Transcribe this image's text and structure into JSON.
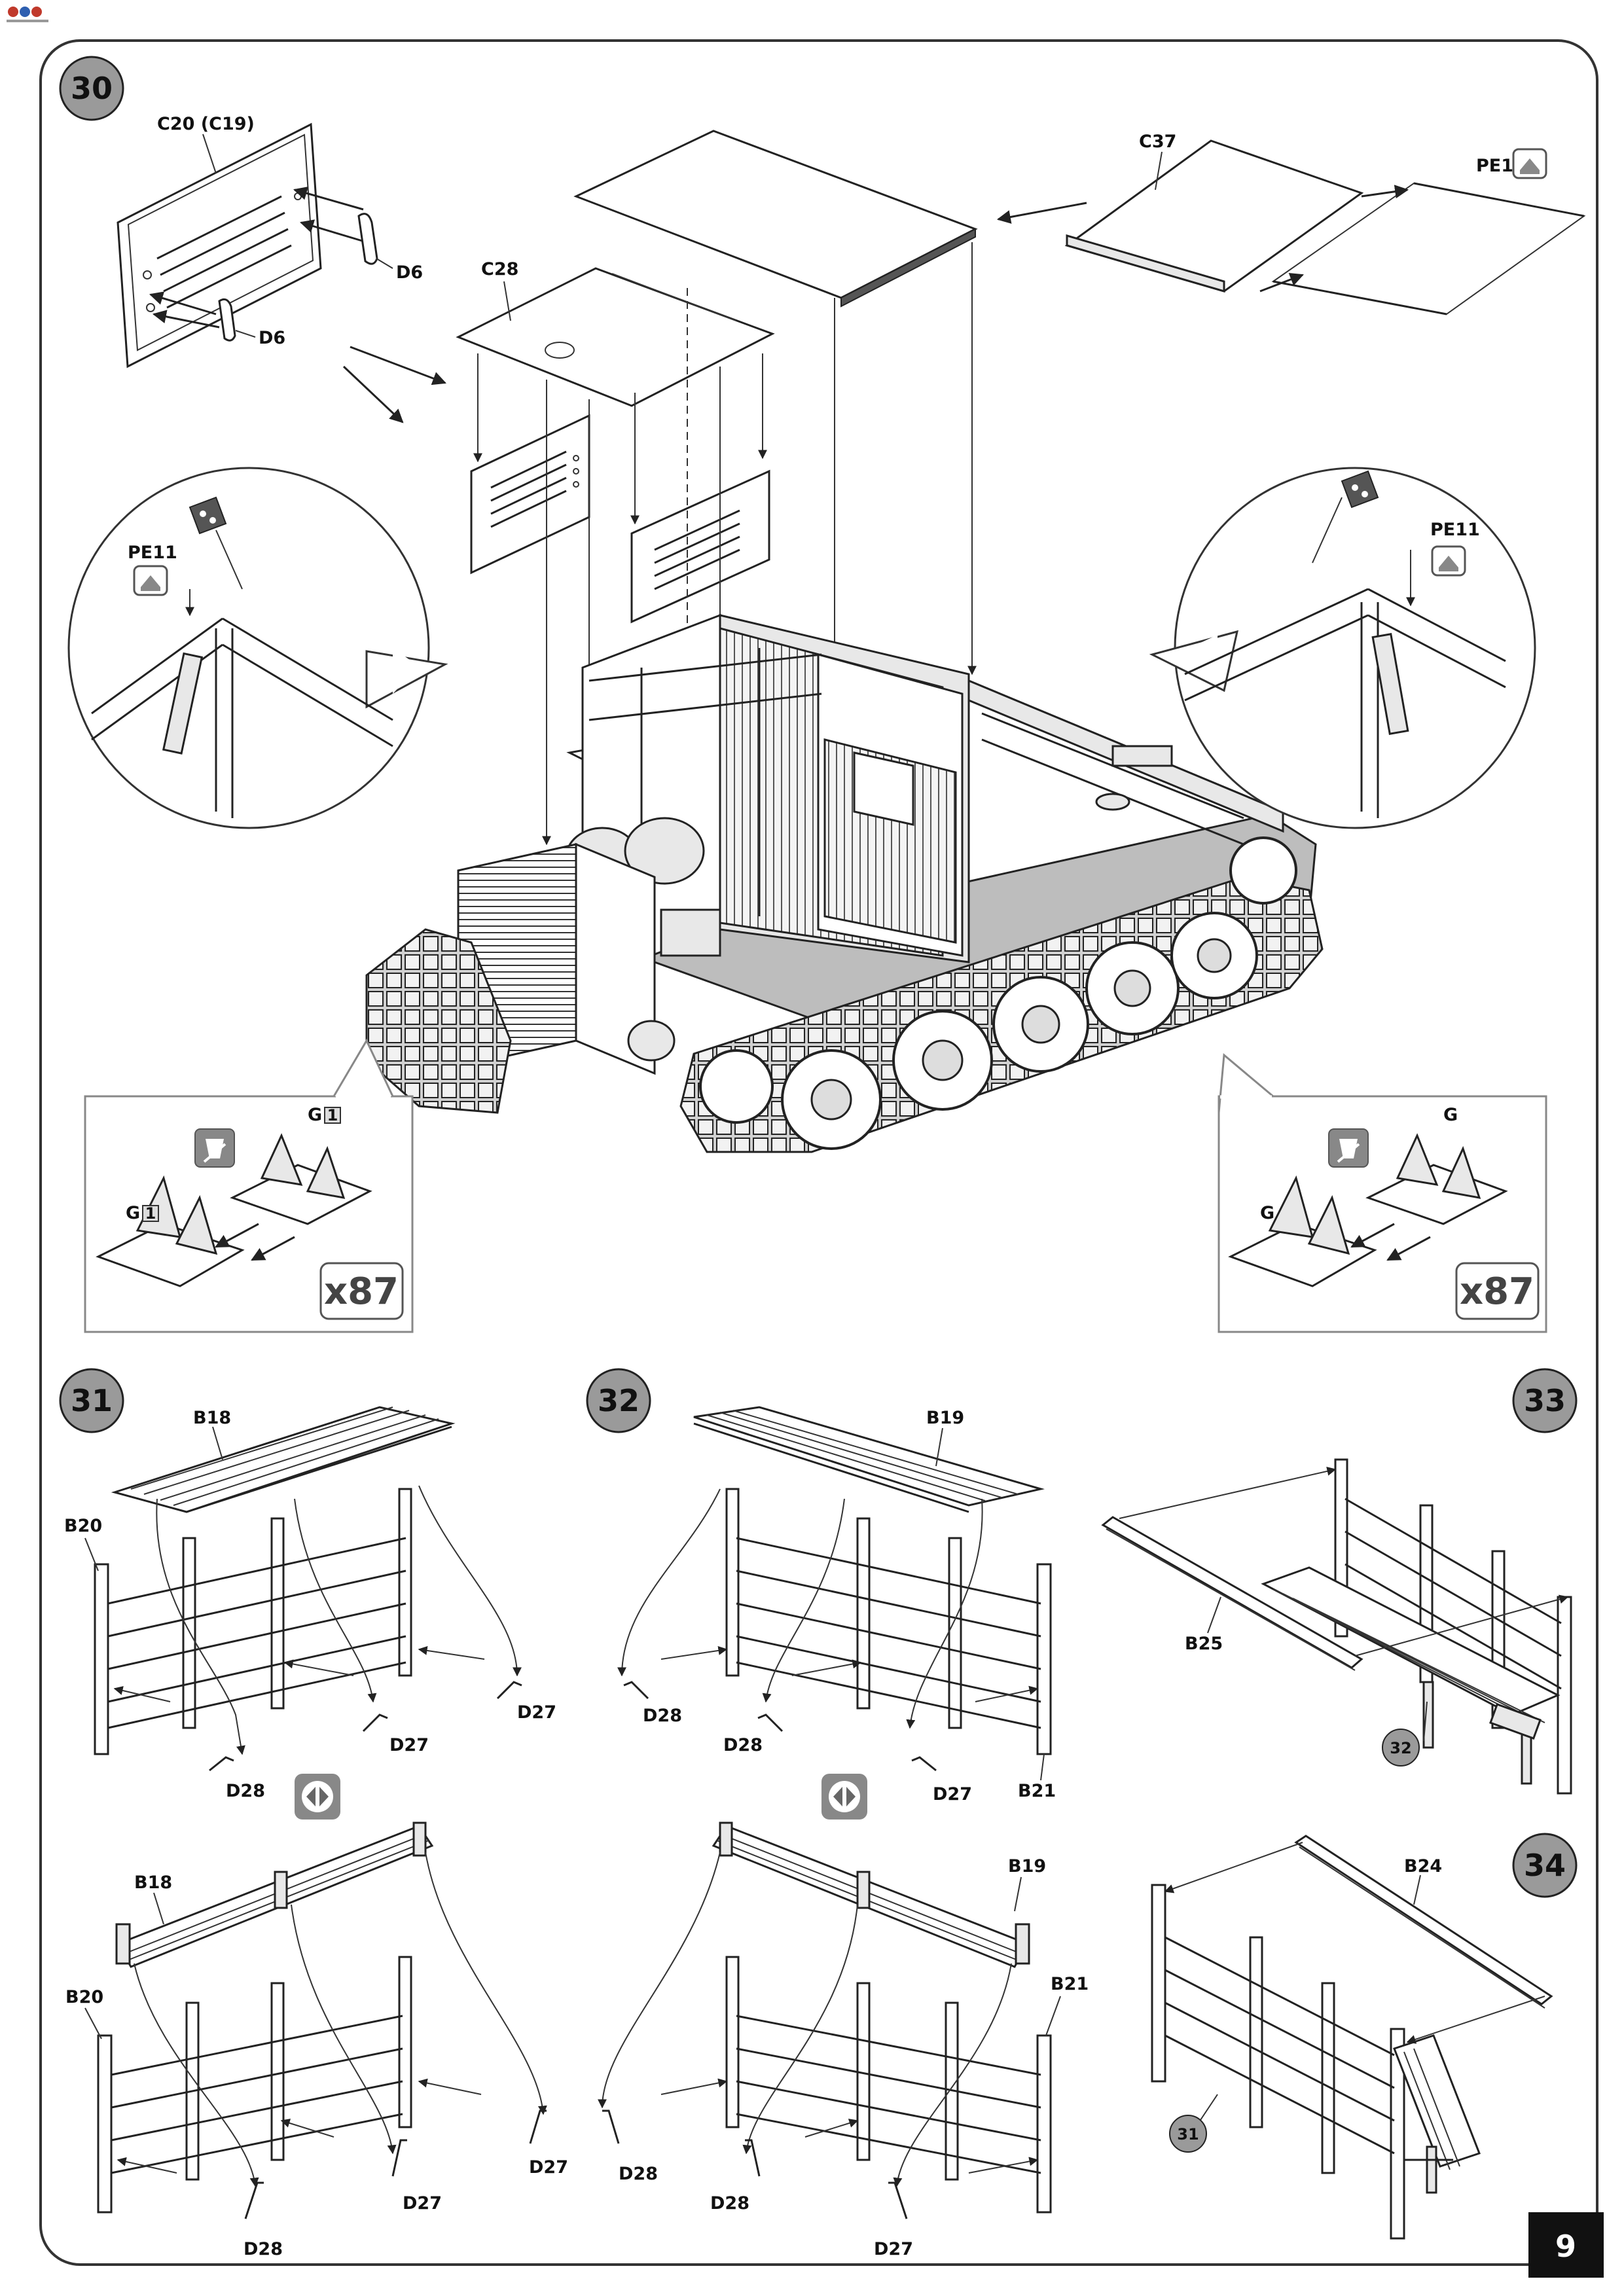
{
  "page_number": "9",
  "steps": {
    "s30": "30",
    "s31": "31",
    "s32": "32",
    "s33": "33",
    "s34": "34"
  },
  "step30": {
    "labels": {
      "c20": "C20 (C19)",
      "d6_a": "D6",
      "d6_b": "D6",
      "c28": "C28",
      "c37": "C37",
      "pe1": "PE1",
      "pe11_left": "PE11",
      "pe11_right": "PE11",
      "g_left_a": "G",
      "g_left_b": "G",
      "g_left_a_badge": "1",
      "g_left_b_badge": "1",
      "g_right_a": "G",
      "g_right_b": "G"
    },
    "count_left": "x87",
    "count_right": "x87"
  },
  "step31": {
    "top": {
      "b18": "B18",
      "b20": "B20",
      "d27_a": "D27",
      "d27_b": "D27",
      "d28": "D28"
    },
    "bottom": {
      "b18": "B18",
      "b20": "B20",
      "d27_a": "D27",
      "d27_b": "D27",
      "d28": "D28"
    }
  },
  "step32": {
    "top": {
      "b19": "B19",
      "b21": "B21",
      "d28_a": "D28",
      "d28_b": "D28",
      "d27": "D27"
    },
    "bottom": {
      "b19": "B19",
      "b21": "B21",
      "d28_a": "D28",
      "d28_b": "D28",
      "d27": "D27"
    }
  },
  "step33": {
    "b25": "B25",
    "ref": "32"
  },
  "step34": {
    "b24": "B24",
    "ref": "31"
  },
  "icons": [
    "bend-icon",
    "cement-icon",
    "no-glue-icon",
    "mirror-icon"
  ]
}
